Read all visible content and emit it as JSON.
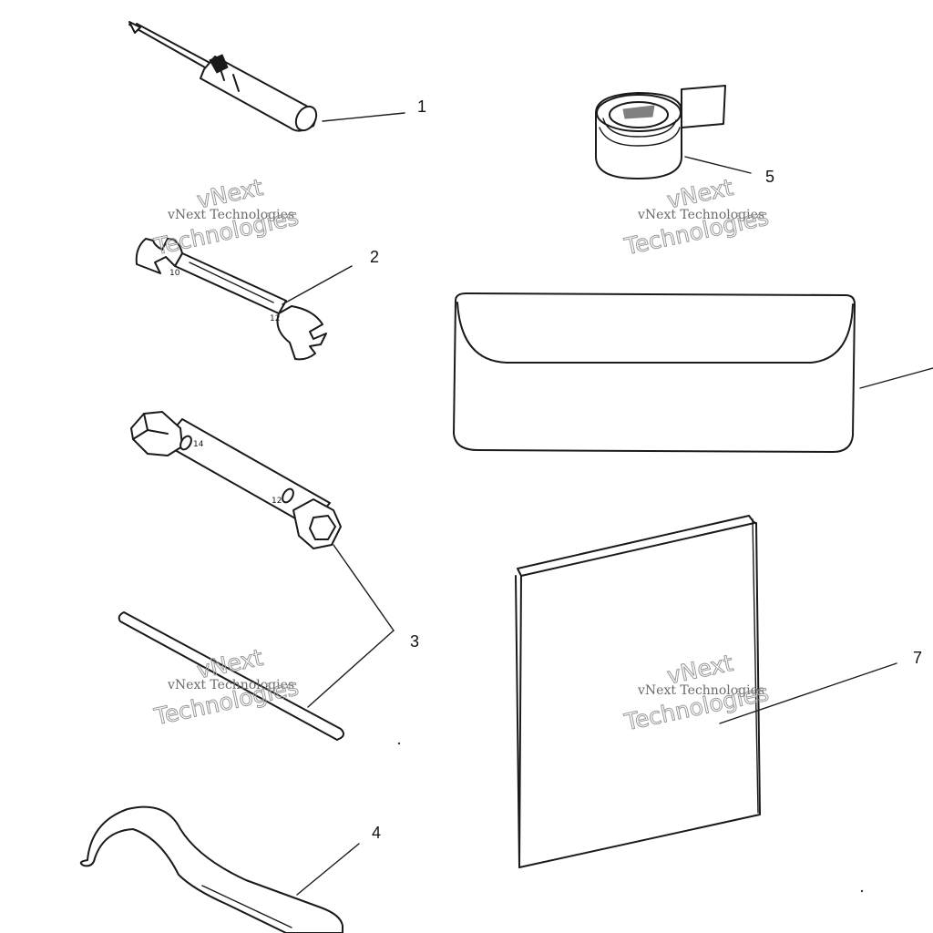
{
  "callouts": [
    "1",
    "2",
    "3",
    "4",
    "5",
    "7"
  ],
  "watermark": {
    "line_small": "vNext Technologies",
    "line_big_1": "vNext",
    "line_big_2": "Technologies",
    "color": "#9a9a9a"
  },
  "colors": {
    "line": "#1a1a1a",
    "background": "#ffffff"
  }
}
